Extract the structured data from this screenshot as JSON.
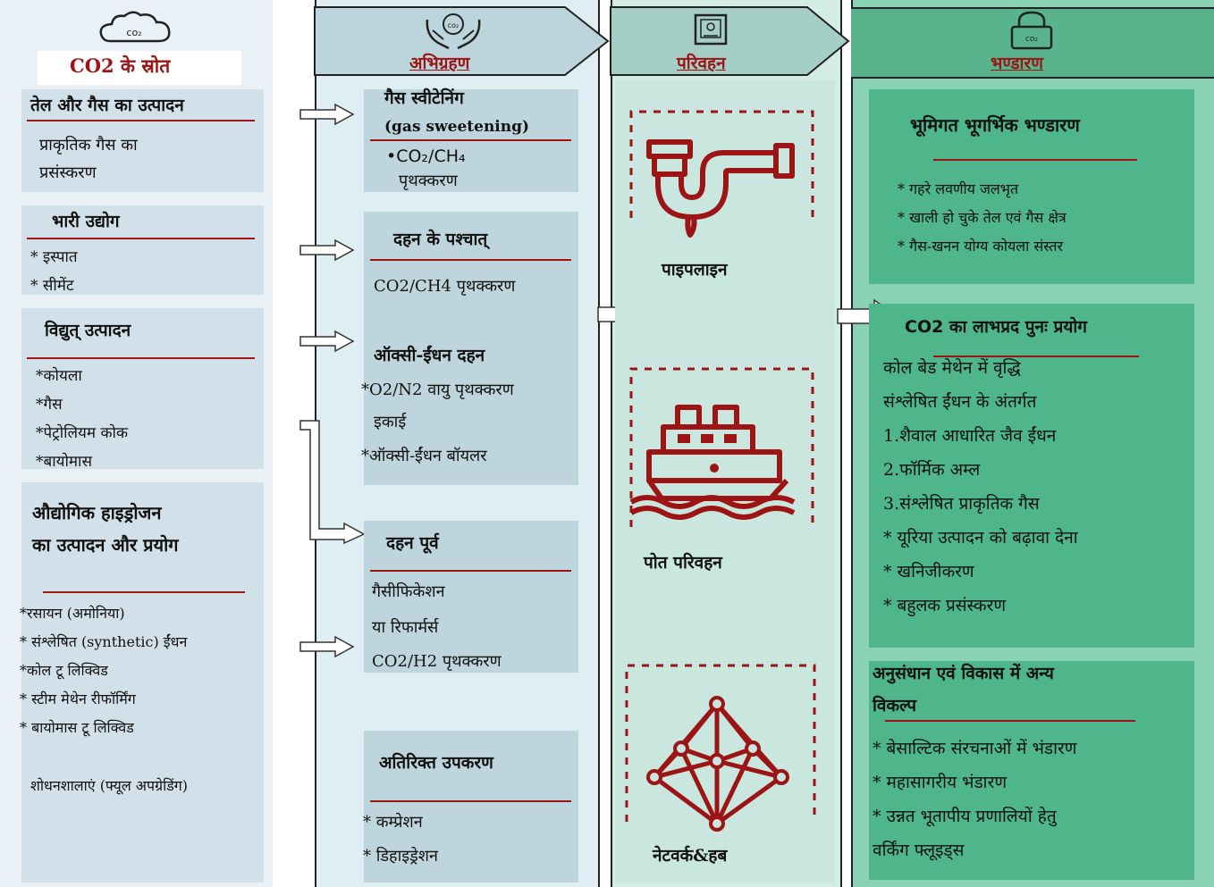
{
  "sources": {
    "title": "CO2 के स्रोत",
    "groups": [
      {
        "heading": "तेल और गैस का उत्पादन",
        "items": [
          "प्राकृतिक गैस का",
          "प्रसंस्करण"
        ]
      },
      {
        "heading": "भारी उद्योग",
        "items": [
          "* इस्पात",
          "* सीमेंट"
        ]
      },
      {
        "heading": "विद्युत् उत्पादन",
        "items": [
          "*कोयला",
          "*गैस",
          "*पेट्रोलियम कोक",
          "*बायोमास"
        ]
      },
      {
        "heading_lines": [
          "औद्योगिक हाइड्रोजन",
          "का उत्पादन और प्रयोग"
        ],
        "items": [
          "*रसायन (अमोनिया)",
          "* संश्लेषित (synthetic) ईंधन",
          "*कोल टू लिक्विड",
          "* स्टीम मेथेन रीफॉर्मिंग",
          "* बायोमास टू लिक्विड",
          "शोधनशालाएं (फ्यूल अपग्रेडिंग)"
        ]
      }
    ]
  },
  "capture": {
    "title": "अभिग्रहण",
    "sweetening": {
      "heading": "गैस स्वीटेनिंग",
      "sub": "(gas sweetening)",
      "item1": "•CO₂/CH₄",
      "item2": "पृथक्करण"
    },
    "post": {
      "heading": "दहन के पश्चात्",
      "item": "CO2/CH4 पृथक्करण",
      "heading2": "ऑक्सी-ईंधन दहन",
      "item2": "*O2/N2 वायु पृथक्करण",
      "item3": "इकाई",
      "item4": "*ऑक्सी-ईंधन बॉयलर"
    },
    "pre": {
      "heading": "दहन पूर्व",
      "items": [
        "गैसीफिकेशन",
        "या रिफार्मर्स",
        "CO2/H2 पृथक्करण"
      ]
    },
    "extra": {
      "heading": "अतिरिक्त उपकरण",
      "items": [
        "* कम्प्रेशन",
        "* डिहाइड्रेशन"
      ]
    }
  },
  "transport": {
    "title": "परिवहन",
    "modes": [
      "पाइपलाइन",
      "पोत परिवहन",
      "नेटवर्क&हब"
    ]
  },
  "storage": {
    "title": "भण्डारण",
    "geo": {
      "heading": "भूमिगत भूगर्भिक भण्डारण",
      "items": [
        "* गहरे लवणीय जलभृत",
        "* खाली हो चुके तेल एवं गैस क्षेत्र",
        "* गैस-खनन योग्य कोयला संस्तर"
      ]
    },
    "reuse": {
      "heading": "CO2 का लाभप्रद पुनः प्रयोग",
      "items": [
        "कोल बेड मेथेन में वृद्धि",
        "संश्लेषित ईंधन के अंतर्गत",
        "1.शैवाल आधारित जैव ईंधन",
        "2.फॉर्मिक अम्ल",
        "3.संश्लेषित प्राकृतिक गैस",
        "* यूरिया उत्पादन को बढ़ावा देना",
        "* खनिजीकरण",
        "* बहुलक प्रसंस्करण"
      ]
    },
    "rnd": {
      "heading1": "अनुसंधान एवं विकास  में अन्य",
      "heading2": "विकल्प",
      "items": [
        "* बेसाल्टिक संरचनाओं में भंडारण",
        "* महासागरीय भंडारण",
        "* उन्नत भूतापीय प्रणालियों हेतु",
        "वर्किंग फ्लूइड्स"
      ]
    }
  },
  "icons": [
    "co2-cloud-icon",
    "hands-co2-icon",
    "transport-box-icon",
    "lock-co2-icon",
    "pipeline-icon",
    "ship-icon",
    "network-icon"
  ],
  "colors": {
    "accent": "#9c1414",
    "storage_green": "#4fb58a",
    "storage_bg": "#8ad2b6"
  }
}
